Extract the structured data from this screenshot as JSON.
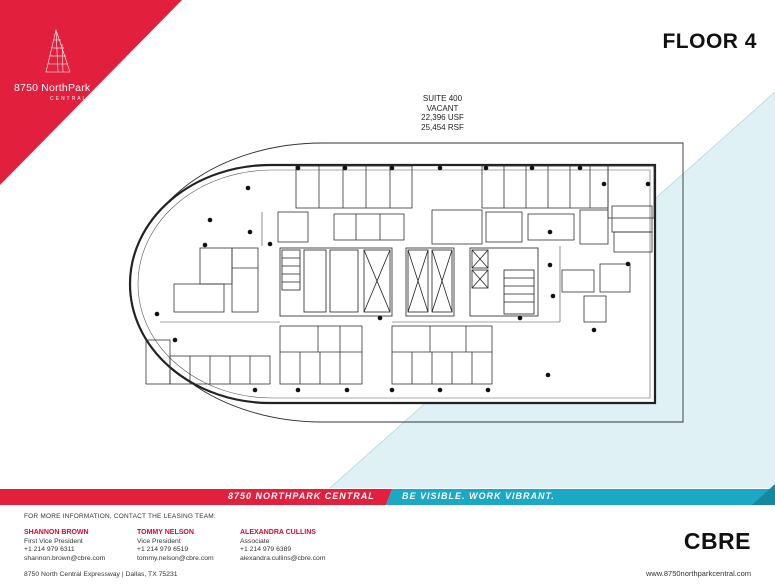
{
  "brand": {
    "building_name": "8750 NorthPark",
    "building_sub": "CENTRAL",
    "red": "#e21f3d",
    "teal": "#1ba7c6"
  },
  "floor_title": "FLOOR 4",
  "suite": {
    "name": "SUITE 400",
    "status": "VACANT",
    "usf": "22,396 USF",
    "rsf": "25,454 RSF"
  },
  "banner": {
    "left": "8750 NORTHPARK CENTRAL",
    "right": "BE VISIBLE. WORK VIBRANT."
  },
  "contact_heading": "FOR MORE INFORMATION, CONTACT THE LEASING TEAM:",
  "contacts": [
    {
      "name": "SHANNON BROWN",
      "title": "First Vice President",
      "phone": "+1 214 979 6311",
      "email": "shannon.brown@cbre.com"
    },
    {
      "name": "TOMMY NELSON",
      "title": "Vice President",
      "phone": "+1 214 979 6519",
      "email": "tommy.nelson@cbre.com"
    },
    {
      "name": "ALEXANDRA CULLINS",
      "title": "Associate",
      "phone": "+1 214 979 6389",
      "email": "alexandra.cullins@cbre.com"
    }
  ],
  "address": "8750 North Central Expressway  |  Dallas, TX 75231",
  "company_logo": "CBRE",
  "website": "www.8750northparkcentral.com"
}
